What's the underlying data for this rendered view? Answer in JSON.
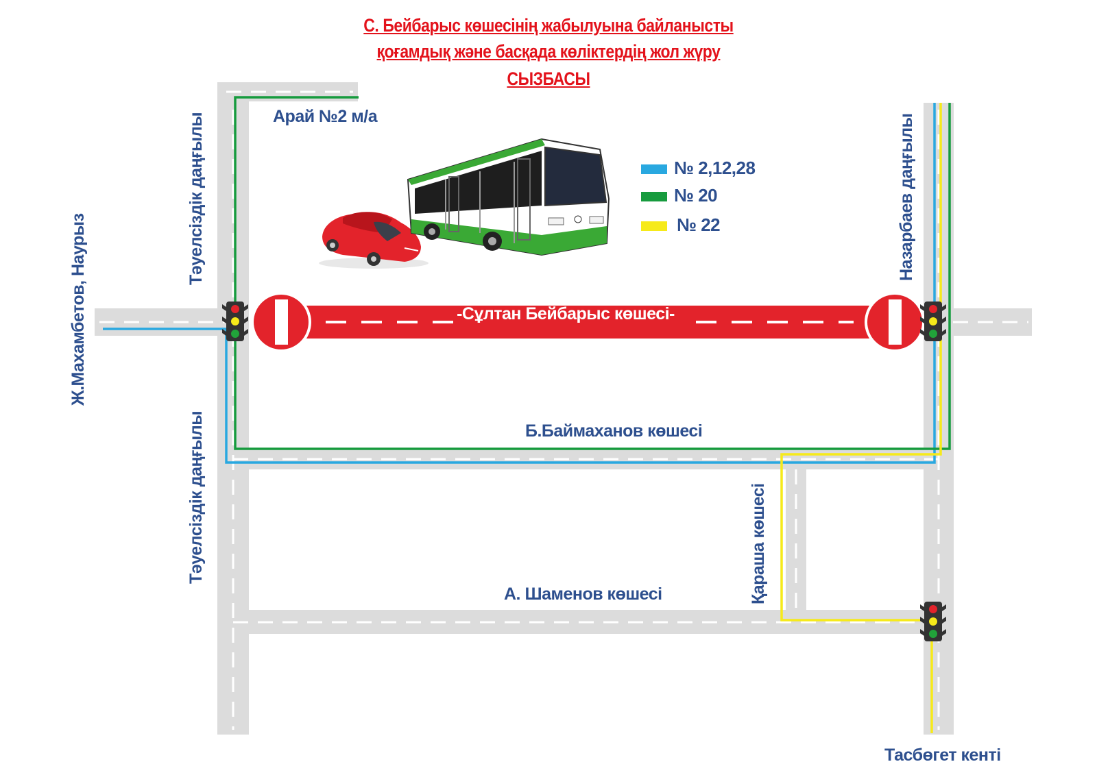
{
  "title": {
    "line1": "С. Бейбарыс көшесінің жабылуына байланысты",
    "line2": "қоғамдық және басқада көліктердің жол жүру",
    "line3": "СЫЗБАСЫ"
  },
  "streets": {
    "arai": "Арай №2 м/а",
    "tauelsizdik_top": "Тәуелсіздік даңғылы",
    "tauelsizdik_bottom": "Тәуелсіздік даңғылы",
    "makhambetov": "Ж.Махамбетов, Наурыз",
    "nazarbayev": "Назарбаев даңғылы",
    "sultan_beibarys": "-Сұлтан Бейбарыс көшесі-",
    "baimakhanov": "Б.Баймаханов көшесі",
    "karasha": "Қараша көшесі",
    "shamenov": "А. Шаменов көшесі",
    "tasboget": "Тасбөгет кенті"
  },
  "legend": [
    {
      "label": "№ 2,12,28",
      "color": "#29a8e0"
    },
    {
      "label": "№ 20",
      "color": "#179b3e"
    },
    {
      "label": "№ 22",
      "color": "#f6ea1a"
    }
  ],
  "colors": {
    "road": "#dcdcdc",
    "closed_road": "#e3232b",
    "label": "#2d4f8e",
    "title": "#e3121b"
  },
  "icons": [
    "bus-icon",
    "car-icon",
    "no-entry-sign",
    "traffic-light"
  ]
}
